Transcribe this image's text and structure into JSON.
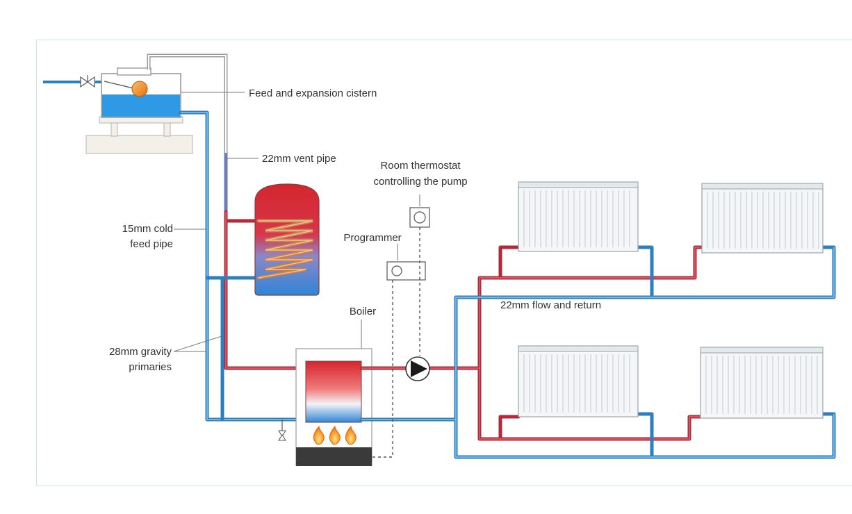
{
  "labels": {
    "feed_cistern": "Feed and expansion cistern",
    "vent_pipe": "22mm vent pipe",
    "room_thermostat_line1": "Room thermostat",
    "room_thermostat_line2": "controlling the pump",
    "cold_feed_line1": "15mm cold",
    "cold_feed_line2": "feed pipe",
    "programmer": "Programmer",
    "flow_return": "22mm flow and return",
    "boiler": "Boiler",
    "gravity_line1": "28mm gravity",
    "gravity_line2": "primaries"
  },
  "colors": {
    "flow_red": "#b02a37",
    "return_blue": "#2d7fbf",
    "water_blue": "#2e9ae6",
    "cylinder_top": "#d3262e",
    "float_orange": "#f08a1c",
    "frame_border": "#cfe3ea"
  }
}
